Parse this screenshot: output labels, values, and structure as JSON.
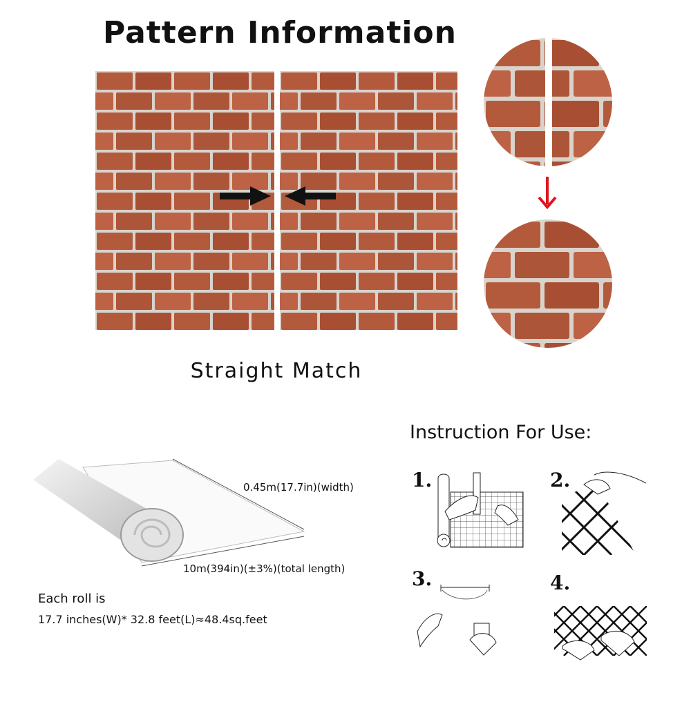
{
  "title": "Pattern Information",
  "match_type": "Straight Match",
  "colors": {
    "brick": "#b45a3c",
    "mortar": "#d9d3cc",
    "arrow_black": "#111111",
    "arrow_red": "#e0141e"
  },
  "roll": {
    "width_label": "0.45m(17.7in)(width)",
    "length_label": "10m(394in)(±3%)(total length)",
    "each_roll_label": "Each roll is",
    "spec_label": "17.7 inches(W)* 32.8 feet(L)≈48.4sq.feet"
  },
  "instructions": {
    "title": "Instruction For Use:",
    "steps": [
      {
        "number": "1."
      },
      {
        "number": "2."
      },
      {
        "number": "3."
      },
      {
        "number": "4."
      }
    ]
  }
}
